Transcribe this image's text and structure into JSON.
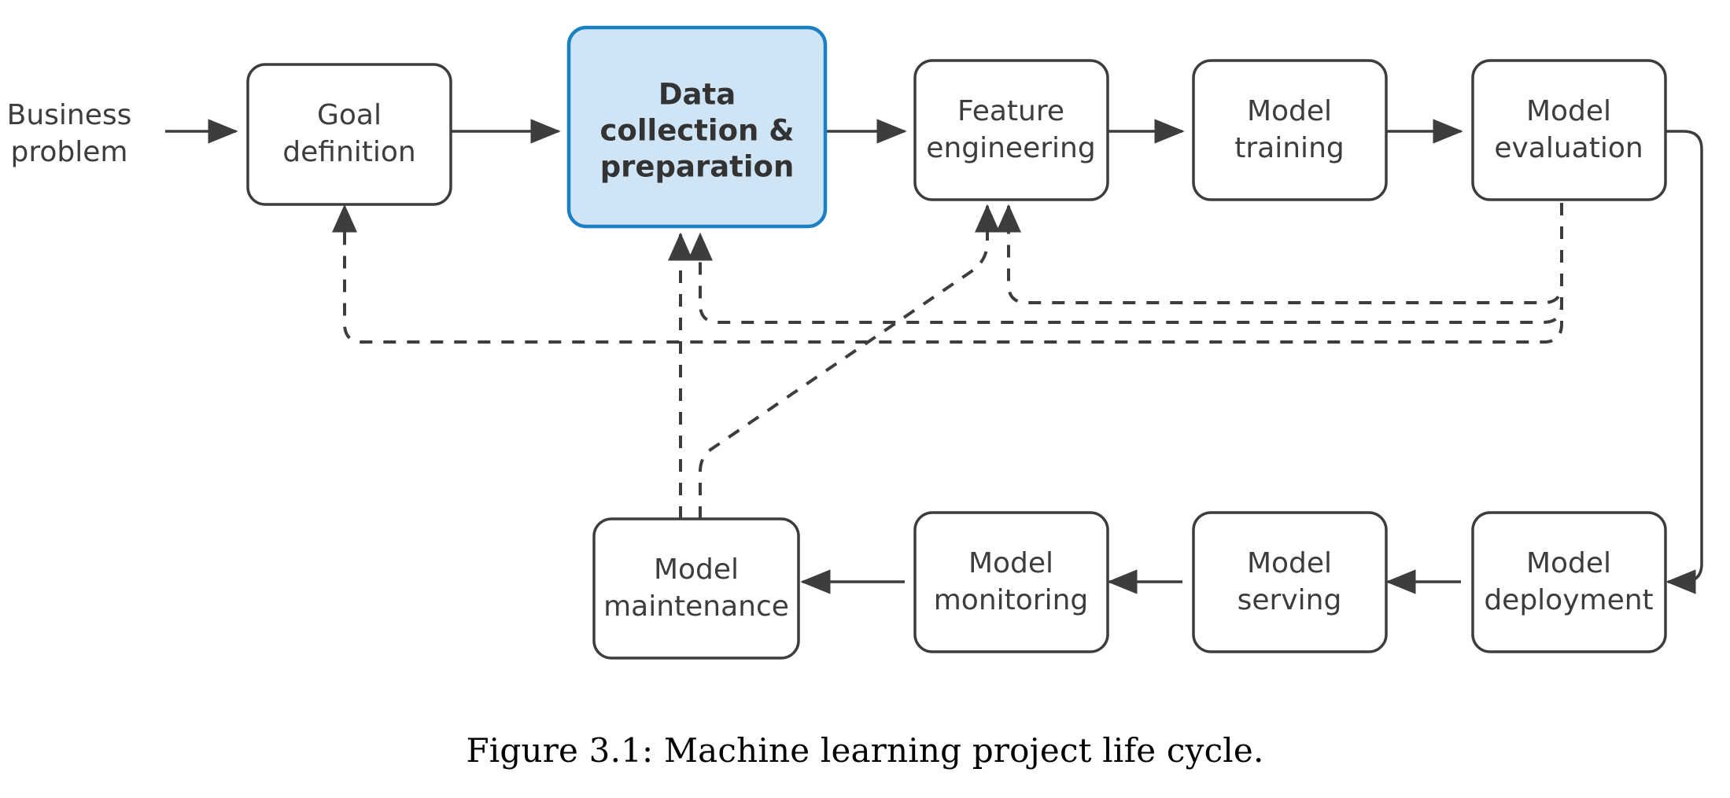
{
  "figure": {
    "caption": "Figure 3.1: Machine learning project life cycle.",
    "background_color": "#ffffff",
    "line_color": "#3d3d3d",
    "highlight_fill": "#cfe5f5",
    "highlight_stroke": "#1b7fc4"
  },
  "external_labels": [
    {
      "id": "business-problem",
      "line1": "Business",
      "line2": "problem"
    }
  ],
  "nodes": [
    {
      "id": "goal-definition",
      "line1": "Goal",
      "line2": "definition",
      "line3": "",
      "highlight": false
    },
    {
      "id": "data-collection",
      "line1": "Data",
      "line2": "collection &",
      "line3": "preparation",
      "highlight": true
    },
    {
      "id": "feature-engineering",
      "line1": "Feature",
      "line2": "engineering",
      "line3": "",
      "highlight": false
    },
    {
      "id": "model-training",
      "line1": "Model",
      "line2": "training",
      "line3": "",
      "highlight": false
    },
    {
      "id": "model-evaluation",
      "line1": "Model",
      "line2": "evaluation",
      "line3": "",
      "highlight": false
    },
    {
      "id": "model-deployment",
      "line1": "Model",
      "line2": "deployment",
      "line3": "",
      "highlight": false
    },
    {
      "id": "model-serving",
      "line1": "Model",
      "line2": "serving",
      "line3": "",
      "highlight": false
    },
    {
      "id": "model-monitoring",
      "line1": "Model",
      "line2": "monitoring",
      "line3": "",
      "highlight": false
    },
    {
      "id": "model-maintenance",
      "line1": "Model",
      "line2": "maintenance",
      "line3": "",
      "highlight": false
    }
  ],
  "edges": [
    {
      "id": "business-to-goal",
      "from": "business-problem",
      "to": "goal-definition",
      "style": "solid"
    },
    {
      "id": "goal-to-data",
      "from": "goal-definition",
      "to": "data-collection",
      "style": "solid"
    },
    {
      "id": "data-to-feature",
      "from": "data-collection",
      "to": "feature-engineering",
      "style": "solid"
    },
    {
      "id": "feature-to-training",
      "from": "feature-engineering",
      "to": "model-training",
      "style": "solid"
    },
    {
      "id": "training-to-evaluation",
      "from": "model-training",
      "to": "model-evaluation",
      "style": "solid"
    },
    {
      "id": "evaluation-to-deployment",
      "from": "model-evaluation",
      "to": "model-deployment",
      "style": "solid"
    },
    {
      "id": "deployment-to-serving",
      "from": "model-deployment",
      "to": "model-serving",
      "style": "solid"
    },
    {
      "id": "serving-to-monitoring",
      "from": "model-serving",
      "to": "model-monitoring",
      "style": "solid"
    },
    {
      "id": "monitoring-to-maintenance",
      "from": "model-monitoring",
      "to": "model-maintenance",
      "style": "solid"
    },
    {
      "id": "evaluation-to-goal-feedback",
      "from": "model-evaluation",
      "to": "goal-definition",
      "style": "dashed"
    },
    {
      "id": "evaluation-to-data-feedback",
      "from": "model-evaluation",
      "to": "data-collection",
      "style": "dashed"
    },
    {
      "id": "evaluation-to-feature-feedback",
      "from": "model-evaluation",
      "to": "feature-engineering",
      "style": "dashed"
    },
    {
      "id": "maintenance-to-data-feedback",
      "from": "model-maintenance",
      "to": "data-collection",
      "style": "dashed"
    },
    {
      "id": "maintenance-to-feature-feedback",
      "from": "model-maintenance",
      "to": "feature-engineering",
      "style": "dashed"
    }
  ]
}
